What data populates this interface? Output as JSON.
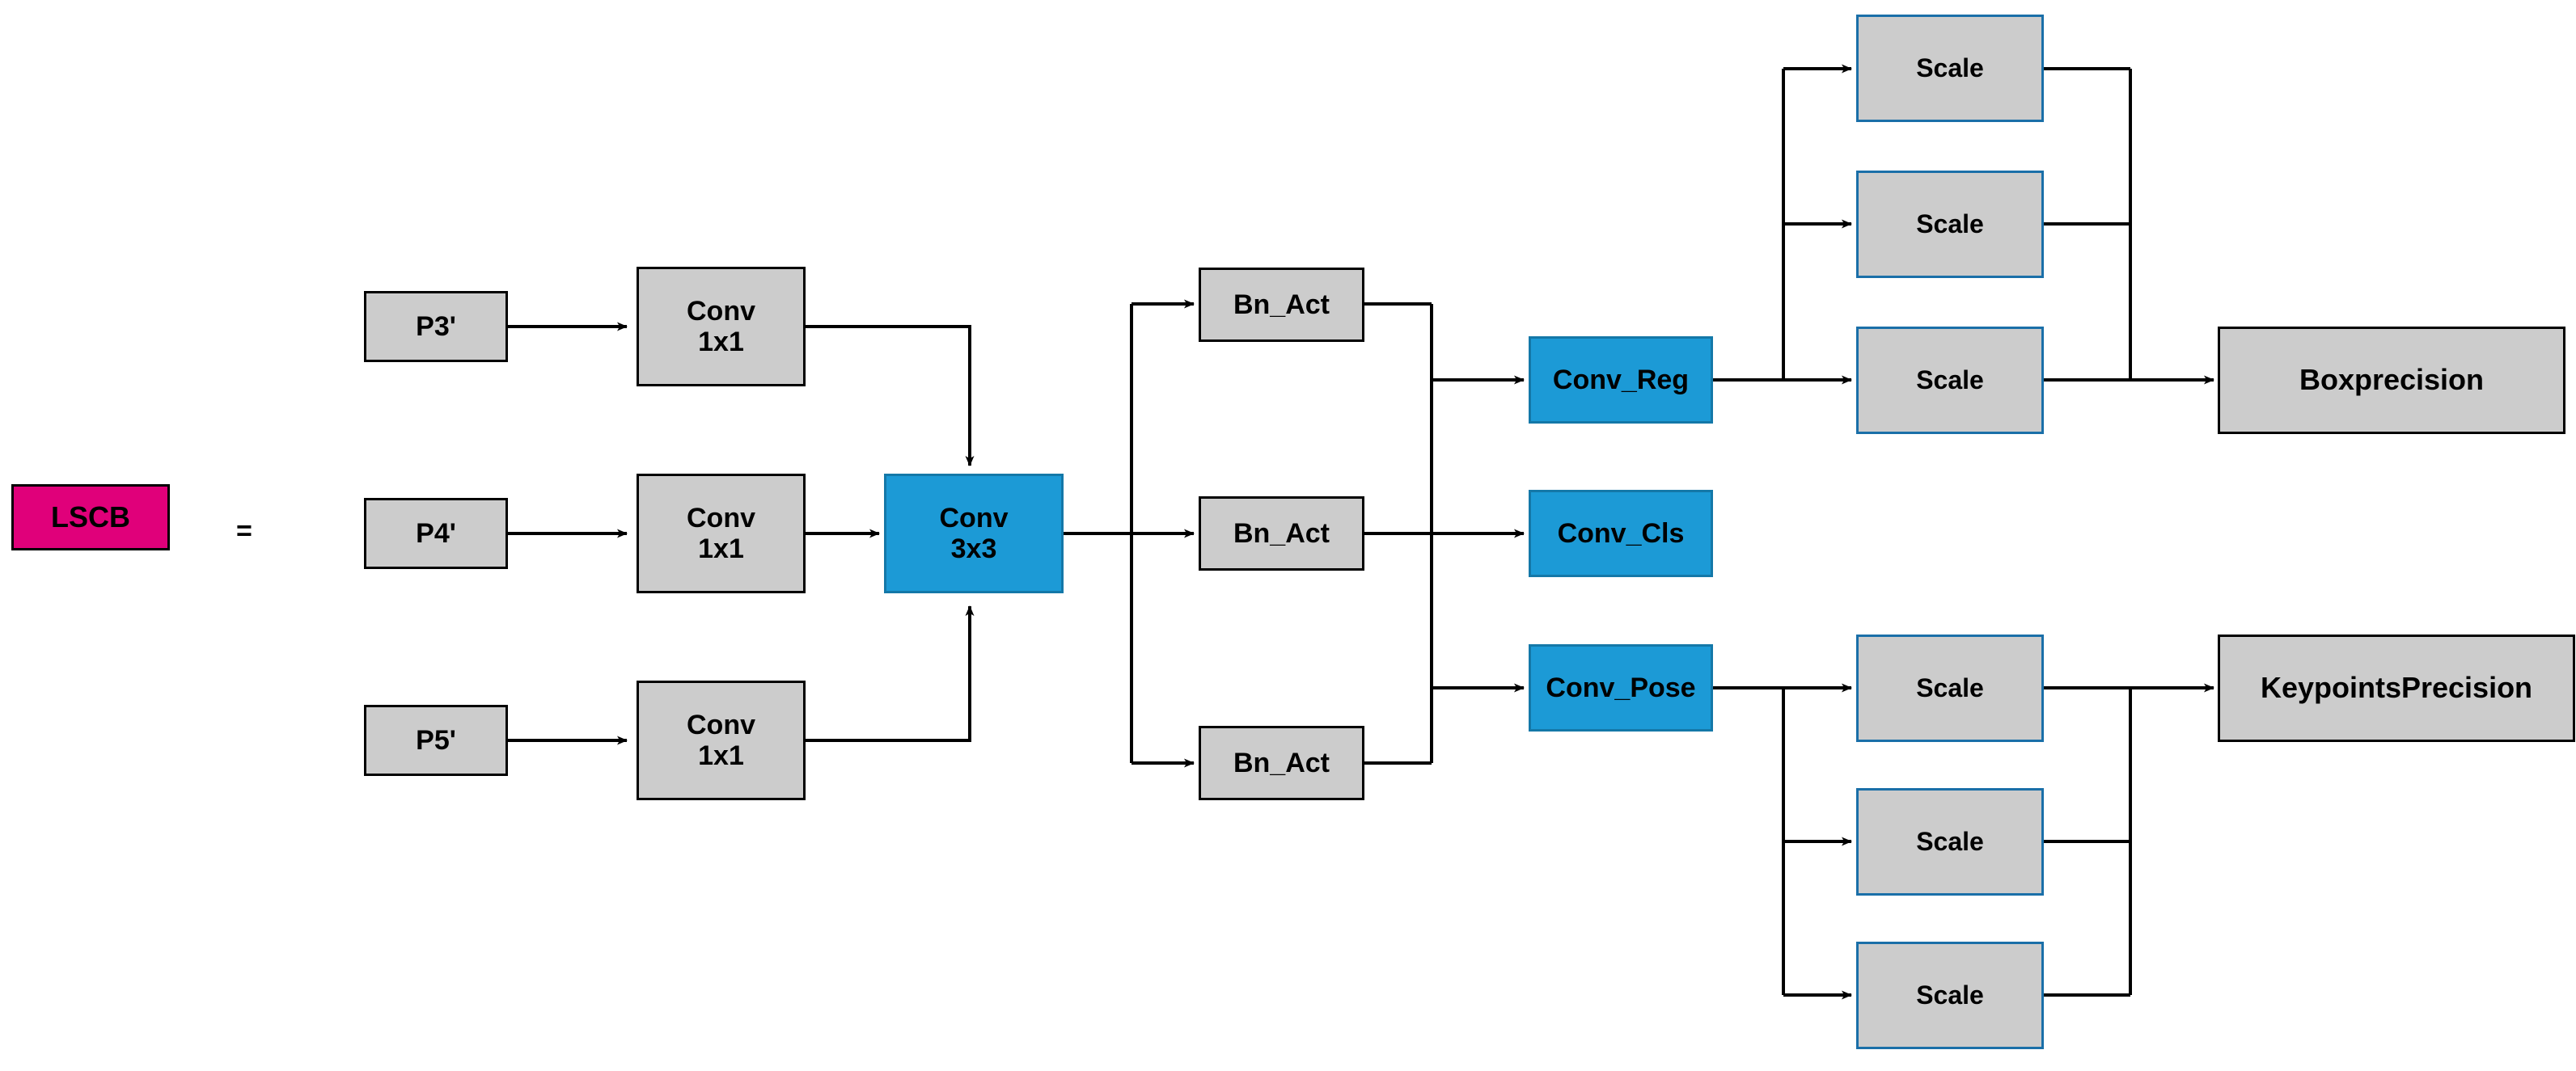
{
  "diagram": {
    "title": "LSCB module block diagram",
    "colors": {
      "gray_fill": "#cccccc",
      "blue_fill": "#1c9ad6",
      "blue_border": "#1a6fa8",
      "magenta_fill": "#e0007a",
      "line": "#000000",
      "background": "#ffffff"
    },
    "legend": {
      "badge_label": "LSCB",
      "equals_sign": "="
    },
    "inputs": [
      {
        "id": "p3",
        "label": "P3'"
      },
      {
        "id": "p4",
        "label": "P4'"
      },
      {
        "id": "p5",
        "label": "P5'"
      }
    ],
    "conv1x1": [
      {
        "id": "conv1x1-top",
        "label": "Conv\n1x1"
      },
      {
        "id": "conv1x1-mid",
        "label": "Conv\n1x1"
      },
      {
        "id": "conv1x1-bot",
        "label": "Conv\n1x1"
      }
    ],
    "conv3x3": {
      "id": "conv3x3",
      "label": "Conv\n3x3"
    },
    "bn_act": [
      {
        "id": "bn-act-top",
        "label": "Bn_Act"
      },
      {
        "id": "bn-act-mid",
        "label": "Bn_Act"
      },
      {
        "id": "bn-act-bot",
        "label": "Bn_Act"
      }
    ],
    "heads": [
      {
        "id": "conv-reg",
        "label": "Conv_Reg"
      },
      {
        "id": "conv-cls",
        "label": "Conv_Cls"
      },
      {
        "id": "conv-pose",
        "label": "Conv_Pose"
      }
    ],
    "scales_box": [
      {
        "id": "scale-box-1",
        "label": "Scale"
      },
      {
        "id": "scale-box-2",
        "label": "Scale"
      },
      {
        "id": "scale-box-3",
        "label": "Scale"
      }
    ],
    "scales_keypoints": [
      {
        "id": "scale-kp-1",
        "label": "Scale"
      },
      {
        "id": "scale-kp-2",
        "label": "Scale"
      },
      {
        "id": "scale-kp-3",
        "label": "Scale"
      }
    ],
    "outputs": [
      {
        "id": "box-precision",
        "label": "Boxprecision"
      },
      {
        "id": "keypoints-precision",
        "label": "KeypointsPrecision"
      }
    ]
  }
}
